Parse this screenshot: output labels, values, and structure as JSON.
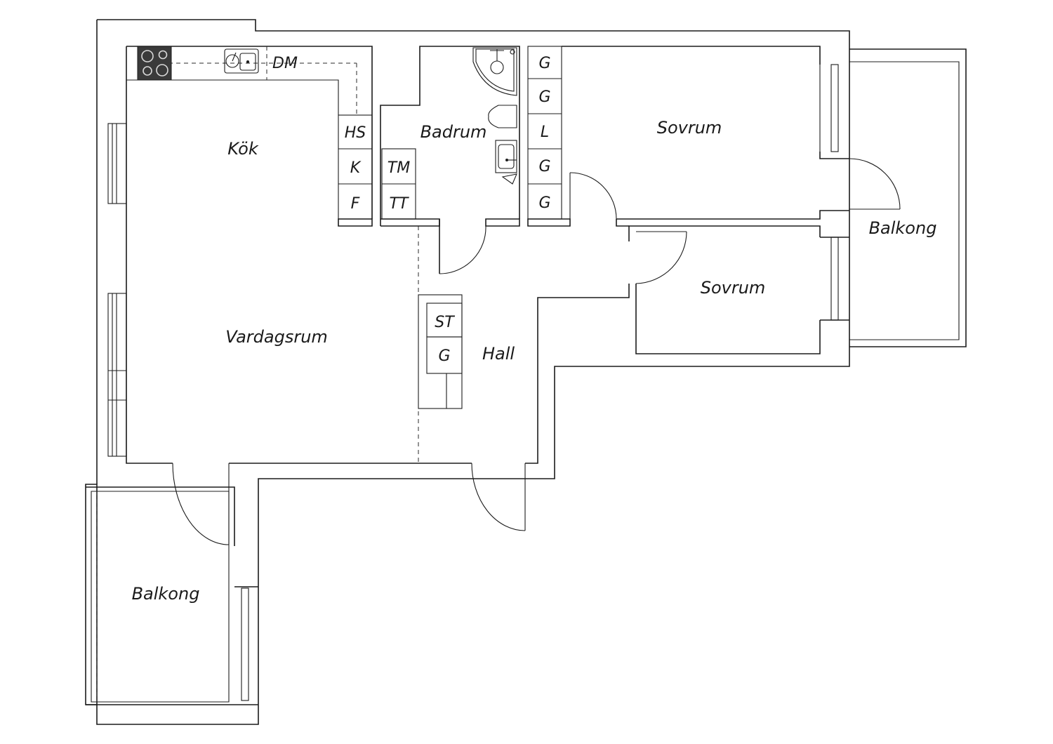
{
  "rooms": {
    "kitchen": "Kök",
    "living_room": "Vardagsrum",
    "bathroom": "Badrum",
    "bedroom_1": "Sovrum",
    "bedroom_2": "Sovrum",
    "hall": "Hall",
    "balcony_east": "Balkong",
    "balcony_west": "Balkong"
  },
  "fixtures": {
    "dishwasher": "DM",
    "kitchen_cabinets": [
      "HS",
      "K",
      "F"
    ],
    "bath_appliances": [
      "TM",
      "TT"
    ],
    "wardrobes": [
      "G",
      "G",
      "L",
      "G",
      "G"
    ],
    "hall_storage": [
      "ST",
      "G"
    ]
  },
  "colors": {
    "line": "#1c1c1c",
    "stove": "#3a3a3a",
    "background": "#ffffff"
  }
}
